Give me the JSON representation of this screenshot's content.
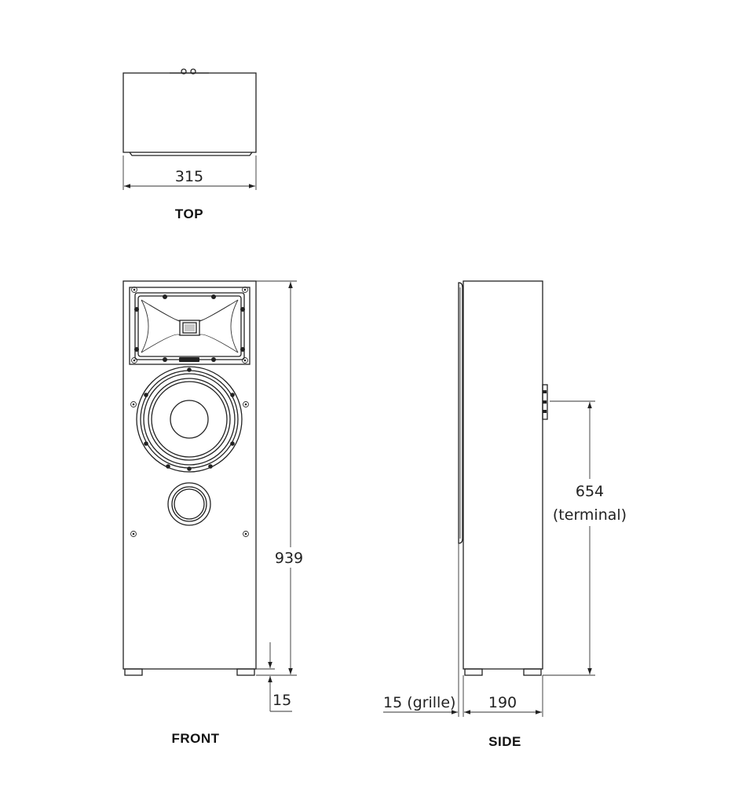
{
  "views": {
    "top": {
      "label": "TOP",
      "width_dim": "315"
    },
    "front": {
      "label": "FRONT",
      "height_dim": "939",
      "feet_dim": "15"
    },
    "side": {
      "label": "SIDE",
      "grille_dim": "15 (grille)",
      "depth_dim": "190",
      "terminal_dim": "654",
      "terminal_note": "(terminal)"
    }
  }
}
